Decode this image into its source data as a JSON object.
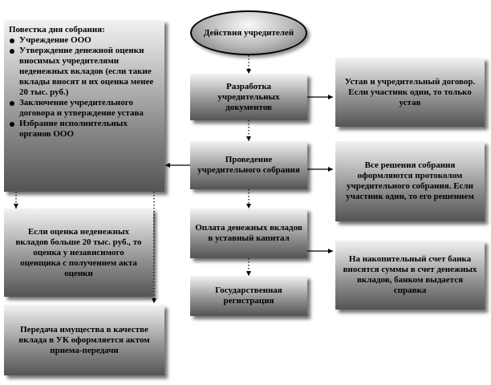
{
  "start": {
    "label": "Действия учредителей"
  },
  "steps": [
    {
      "label": "Разработка учредительных документов"
    },
    {
      "label": "Проведение учредительного собрания"
    },
    {
      "label": "Оплата денежных вкладов в уставный капитал"
    },
    {
      "label": "Государственная регистрация"
    }
  ],
  "right_notes": [
    {
      "label": "Устав и учредительный договор. Если участник один, то только устав"
    },
    {
      "label": "Все решения собрания оформляются протоколом учредительного собрания. Если участник один, то его решением"
    },
    {
      "label": "На накопительный счет банка вносятся суммы в счет денежных вкладов, банком выдается справка"
    }
  ],
  "agenda": {
    "title": "Повестка дня собрания:",
    "items": [
      "Учреждение ООО",
      "Утверждение денежной оценки вносимых учредителями неденежных вкладов (если такие вклады вносят и их оценка менее 20 тыс. руб.)",
      "Заключение учредительного договора и утверждение устава",
      "Избрание исполнительных органов ООО"
    ]
  },
  "valuation_note": {
    "label": "Если оценка неденежных вкладов больше 20 тыс. руб., то оценка у независимого оценщика с получением акта оценки"
  },
  "transfer_note": {
    "label": "Передача имущества в качестве вклада в УК оформляется актом приема-передачи"
  }
}
